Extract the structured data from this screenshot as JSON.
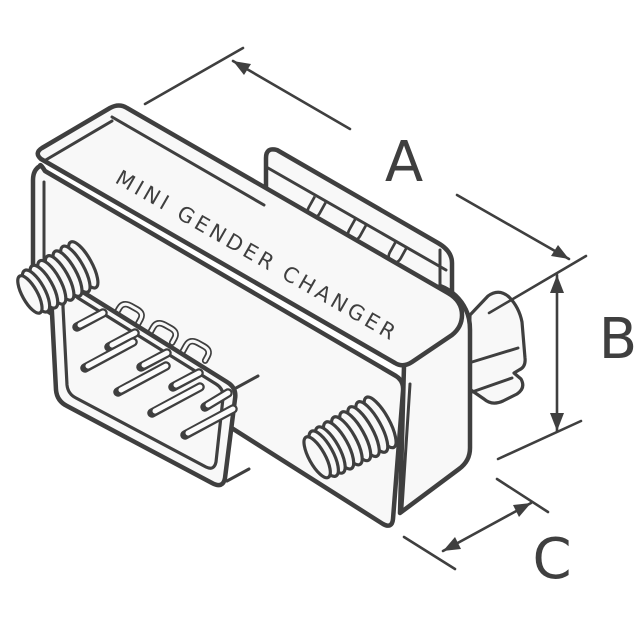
{
  "drawing": {
    "engraving": "MINI GENDER CHANGER",
    "female_marks": "U U U",
    "male_marks_glyph": "∩",
    "male_marks_count": 3,
    "pins_visible": 9,
    "jackscrews_visible": 2,
    "dimensions": {
      "width_label": "A",
      "height_label": "B",
      "depth_label": "C"
    },
    "colors": {
      "line": "#3f3f3f",
      "fill": "#f8f8f8",
      "background": "#ffffff"
    }
  }
}
